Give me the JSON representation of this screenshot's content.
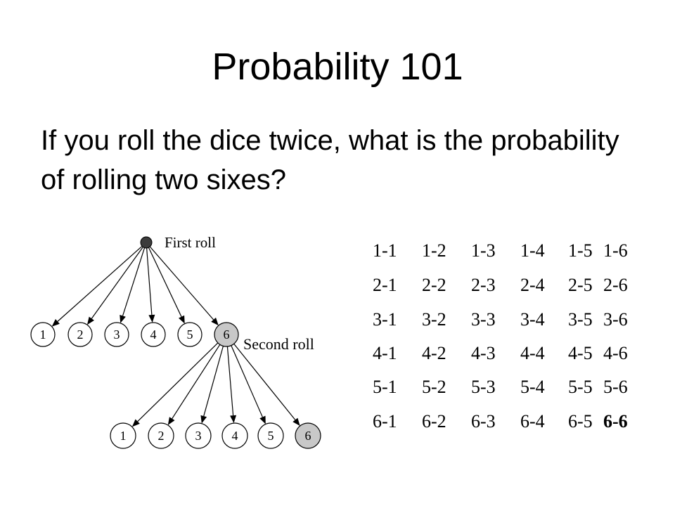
{
  "slide": {
    "title": "Probability 101",
    "body": "If you roll the dice twice, what is the probability of rolling two sixes?"
  },
  "tree": {
    "first_roll_label": "First roll",
    "second_roll_label": "Second roll",
    "first_roll_outcomes": [
      "1",
      "2",
      "3",
      "4",
      "5",
      "6"
    ],
    "second_roll_outcomes": [
      "1",
      "2",
      "3",
      "4",
      "5",
      "6"
    ],
    "highlighted_outcome": "6"
  },
  "outcomes_table": {
    "rows": [
      [
        "1-1",
        "1-2",
        "1-3",
        "1-4",
        "1-5",
        "1-6"
      ],
      [
        "2-1",
        "2-2",
        "2-3",
        "2-4",
        "2-5",
        "2-6"
      ],
      [
        "3-1",
        "3-2",
        "3-3",
        "3-4",
        "3-5",
        "3-6"
      ],
      [
        "4-1",
        "4-2",
        "4-3",
        "4-4",
        "4-5",
        "4-6"
      ],
      [
        "5-1",
        "5-2",
        "5-3",
        "5-4",
        "5-5",
        "5-6"
      ],
      [
        "6-1",
        "6-2",
        "6-3",
        "6-4",
        "6-5",
        "6-6"
      ]
    ],
    "highlighted_cell": "6-6"
  },
  "colors": {
    "background": "#ffffff",
    "text": "#000000",
    "root_node_fill": "#3c3c3c",
    "highlight_node_fill": "#c8c8c8"
  }
}
